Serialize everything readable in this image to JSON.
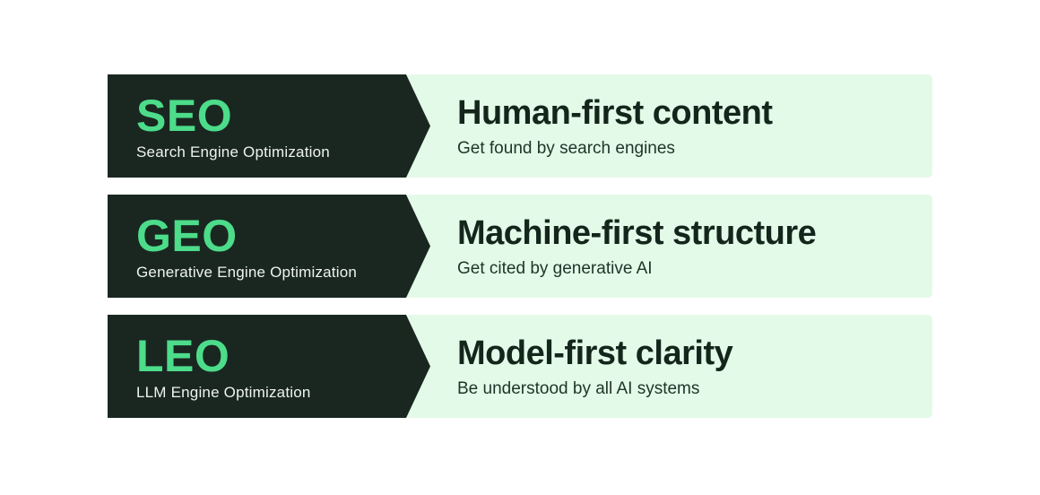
{
  "page": {
    "background_color": "#ffffff",
    "type": "seo-geo-leo-comparison-infographic"
  },
  "colors": {
    "dark_panel": "#1a2721",
    "accent_green": "#4cdc8a",
    "light_panel": "#e4fae8",
    "dark_text": "#14261c",
    "light_text": "#eef3ee"
  },
  "rows": [
    {
      "acronym": "SEO",
      "acronym_full": "Search Engine Optimization",
      "title": "Human-first content",
      "subtitle": "Get found by search engines"
    },
    {
      "acronym": "GEO",
      "acronym_full": "Generative Engine Optimization",
      "title": "Machine-first structure",
      "subtitle": "Get cited by generative AI"
    },
    {
      "acronym": "LEO",
      "acronym_full": "LLM Engine Optimization",
      "title": "Model-first clarity",
      "subtitle": "Be understood by all AI systems"
    }
  ]
}
